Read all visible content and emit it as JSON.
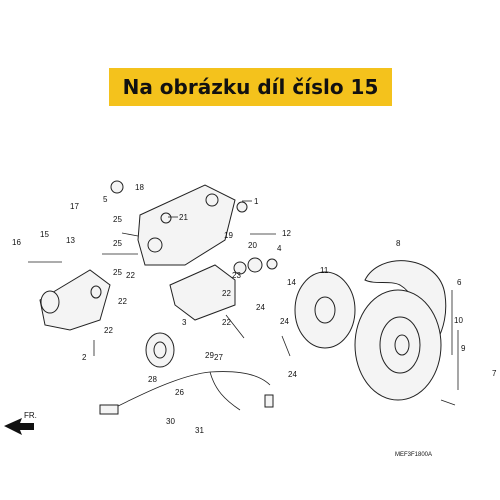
{
  "banner": {
    "text": "Na obrázku díl číslo 15",
    "color": "#f4c21c"
  },
  "diagram": {
    "code": "MEF3F1800A",
    "front_label": "FR.",
    "callouts": [
      "1",
      "2",
      "3",
      "4",
      "5",
      "6",
      "7",
      "8",
      "9",
      "10",
      "11",
      "12",
      "13",
      "14",
      "15",
      "16",
      "17",
      "18",
      "19",
      "20",
      "21",
      "22",
      "22",
      "22",
      "22",
      "22",
      "23",
      "24",
      "24",
      "24",
      "25",
      "25",
      "25",
      "26",
      "27",
      "28",
      "29",
      "30",
      "31"
    ]
  }
}
